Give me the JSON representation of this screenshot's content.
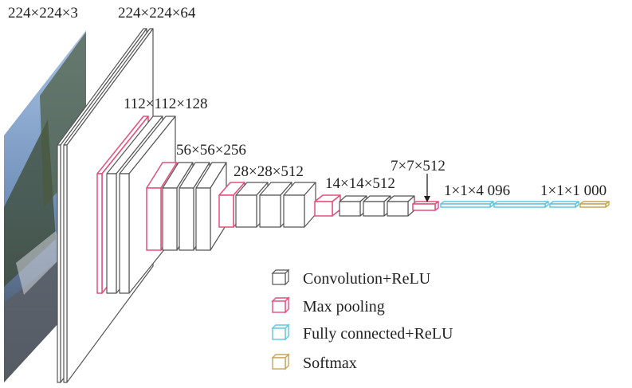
{
  "labels": {
    "input": "224×224×3",
    "conv1": "224×224×64",
    "conv2": "112×112×128",
    "conv3": "56×56×256",
    "conv4": "28×28×512",
    "conv5": "14×14×512",
    "pool5": "7×7×512",
    "fc": "1×1×4 096",
    "softmax": "1×1×1 000"
  },
  "legend": [
    {
      "label": "Convolution+ReLU",
      "color": "#555555"
    },
    {
      "label": "Max pooling",
      "color": "#e0507a"
    },
    {
      "label": "Fully connected+ReLU",
      "color": "#5bc8e0"
    },
    {
      "label": "Softmax",
      "color": "#c9a55a"
    }
  ]
}
